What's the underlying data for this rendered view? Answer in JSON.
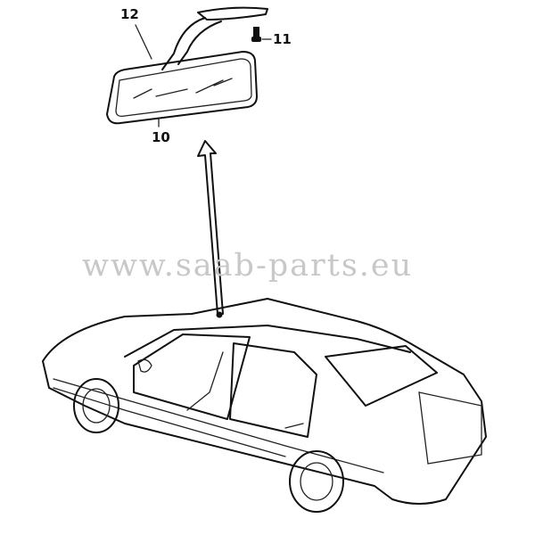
{
  "callouts": {
    "mirror_housing": "12",
    "screw": "11",
    "mirror": "10"
  },
  "watermark": "www.saab-parts.eu"
}
